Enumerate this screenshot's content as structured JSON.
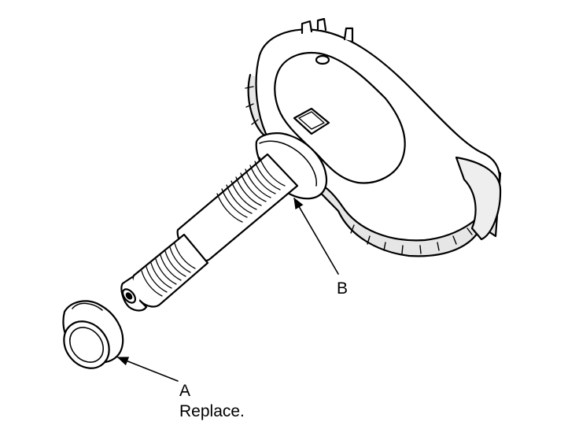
{
  "callouts": {
    "a": {
      "letter": "A",
      "note": "Replace."
    },
    "b": {
      "letter": "B"
    }
  },
  "colors": {
    "ink": "#000000",
    "body": "#ffffff",
    "shade": "#d0d0d0"
  },
  "icons": [
    "tpms-sensor-drawing",
    "valve-cap-drawing",
    "leader-arrow"
  ]
}
